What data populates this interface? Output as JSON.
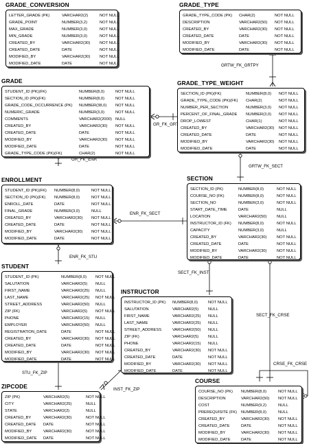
{
  "entities": {
    "grade_conversion": {
      "title": "GRADE_CONVERSION",
      "rows": [
        [
          "LETTER_GRADE (PK)",
          "VARCHAR2(2)",
          "NOT NULL"
        ],
        [
          "GRADE_POINT",
          "NUMBER(3,2)",
          "NOT NULL"
        ],
        [
          "MAX_GRADE",
          "NUMBER(3,0)",
          "NOT NULL"
        ],
        [
          "MIN_GRADE",
          "NUMBER(3,0)",
          "NOT NULL"
        ],
        [
          "CREATED_BY",
          "VARCHAR2(30)",
          "NOT NULL"
        ],
        [
          "CREATED_DATE",
          "DATE",
          "NOT NULL"
        ],
        [
          "MODIFIED_BY",
          "VARCHAR2(30)",
          "NOT NULL"
        ],
        [
          "MODIFIED_DATE",
          "DATE",
          "NOT NULL"
        ]
      ]
    },
    "grade_type": {
      "title": "GRADE_TYPE",
      "rows": [
        [
          "GRADE_TYPE_CODE (PK)",
          "CHAR(2)",
          "NOT NULL"
        ],
        [
          "DESCRIPTION",
          "VARCHAR2(50)",
          "NOT NULL"
        ],
        [
          "CREATED_BY",
          "VARCHAR2(30)",
          "NOT NULL"
        ],
        [
          "CREATED_DATE",
          "DATE",
          "NOT NULL"
        ],
        [
          "MODIFIED_BY",
          "VARCHAR2(30)",
          "NOT NULL"
        ],
        [
          "MODIFIED_DATE",
          "DATE",
          "NOT NULL"
        ]
      ]
    },
    "grade": {
      "title": "GRADE",
      "rows": [
        [
          "STUDENT_ID (PK)(FK)",
          "NUMBER(8,0)",
          "NOT NULL"
        ],
        [
          "SECTION_ID (PK)(FK)",
          "NUMBER(8,0)",
          "NOT NULL"
        ],
        [
          "GRADE_CODE_OCCURRENCE (PK)",
          "NUMBER(38,0)",
          "NOT NULL"
        ],
        [
          "NUMERIC_GRADE",
          "NUMBER(3,0)",
          "NOT NULL"
        ],
        [
          "COMMENTS",
          "VARCHAR2(2000)",
          "NULL"
        ],
        [
          "CREATED_BY",
          "VARCHAR2(30)",
          "NOT NULL"
        ],
        [
          "CREATED_DATE",
          "DATE",
          "NOT NULL"
        ],
        [
          "MODIFIED_BY",
          "VARCHAR2(30)",
          "NOT NULL"
        ],
        [
          "MODIFIED_DATE",
          "DATE",
          "NOT NULL"
        ],
        [
          "GRADE_TYPE_CODE (PK)(FK)",
          "CHAR(2)",
          "NOT NULL"
        ]
      ]
    },
    "grade_type_weight": {
      "title": "GRADE_TYPE_WEIGHT",
      "rows": [
        [
          "SECTION_ID (PK)(FK)",
          "NUMBER(8,0)",
          "NOT NULL"
        ],
        [
          "GRADE_TYPE_CODE (PK)(FK)",
          "CHAR(2)",
          "NOT NULL"
        ],
        [
          "NUMBER_PER_SECTION",
          "NUMBER(3,0)",
          "NOT NULL"
        ],
        [
          "PERCENT_OF_FINAL_GRADE",
          "NUMBER(3,0)",
          "NOT NULL"
        ],
        [
          "DROP_LOWEST",
          "CHAR(1)",
          "NOT NULL"
        ],
        [
          "CREATED_BY",
          "VARCHAR2(30)",
          "NOT NULL"
        ],
        [
          "CREATED_DATE",
          "DATE",
          "NOT NULL"
        ],
        [
          "MODIFIED_BY",
          "VARCHAR2(30)",
          "NOT NULL"
        ],
        [
          "MODIFIED_DATE",
          "DATE",
          "NOT NULL"
        ]
      ]
    },
    "enrollment": {
      "title": "ENROLLMENT",
      "rows": [
        [
          "STUDENT_ID (PK)(FK)",
          "NUMBER(8,0)",
          "NOT NULL"
        ],
        [
          "SECTION_ID (PK)(FK)",
          "NUMBER(8,0)",
          "NOT NULL"
        ],
        [
          "ENROLL_DATE",
          "DATE",
          "NOT NULL"
        ],
        [
          "FINAL_GRADE",
          "NUMBER(3,0)",
          "NULL"
        ],
        [
          "CREATED_BY",
          "VARCHAR2(30)",
          "NOT NULL"
        ],
        [
          "CREATED_DATE",
          "DATE",
          "NOT NULL"
        ],
        [
          "MODIFIED_BY",
          "VARCHAR2(30)",
          "NOT NULL"
        ],
        [
          "MODIFIED_DATE",
          "DATE",
          "NOT NULL"
        ]
      ]
    },
    "section": {
      "title": "SECTION",
      "rows": [
        [
          "SECTION_ID (PK)",
          "NUMBER(8,0)",
          "NOT NULL"
        ],
        [
          "COURSE_NO (FK)",
          "NUMBER(8,0)",
          "NOT NULL"
        ],
        [
          "SECTION_NO",
          "NUMBER(3,0)",
          "NOT NULL"
        ],
        [
          "START_DATE_TIME",
          "DATE",
          "NULL"
        ],
        [
          "LOCATION",
          "VARCHAR2(50)",
          "NULL"
        ],
        [
          "INSTRUCTOR_ID (FK)",
          "NUMBER(8,0)",
          "NOT NULL"
        ],
        [
          "CAPACITY",
          "NUMBER(3,0)",
          "NULL"
        ],
        [
          "CREATED_BY",
          "VARCHAR2(30)",
          "NOT NULL"
        ],
        [
          "CREATED_DATE",
          "DATE",
          "NOT NULL"
        ],
        [
          "MODIFIED_BY",
          "VARCHAR2(30)",
          "NOT NULL"
        ],
        [
          "MODIFIED_DATE",
          "DATE",
          "NOT NULL"
        ]
      ]
    },
    "student": {
      "title": "STUDENT",
      "rows": [
        [
          "STUDENT_ID (PK)",
          "NUMBER(8,0)",
          "NOT NULL"
        ],
        [
          "SALUTATION",
          "VARCHAR2(5)",
          "NULL"
        ],
        [
          "FIRST_NAME",
          "VARCHAR2(25)",
          "NULL"
        ],
        [
          "LAST_NAME",
          "VARCHAR2(25)",
          "NOT NULL"
        ],
        [
          "STREET_ADDRESS",
          "VARCHAR2(50)",
          "NULL"
        ],
        [
          "ZIP (FK)",
          "VARCHAR2(5)",
          "NOT NULL"
        ],
        [
          "PHONE",
          "VARCHAR2(15)",
          "NULL"
        ],
        [
          "EMPLOYER",
          "VARCHAR2(50)",
          "NULL"
        ],
        [
          "REGISTRATION_DATE",
          "DATE",
          "NOT NULL"
        ],
        [
          "CREATED_BY",
          "VARCHAR2(30)",
          "NOT NULL"
        ],
        [
          "CREATED_DATE",
          "DATE",
          "NOT NULL"
        ],
        [
          "MODIFIED_BY",
          "VARCHAR2(30)",
          "NOT NULL"
        ],
        [
          "MODIFIED_DATE",
          "DATE",
          "NOT NULL"
        ]
      ]
    },
    "instructor": {
      "title": "INSTRUCTOR",
      "rows": [
        [
          "INSTRUCTOR_ID (PK)",
          "NUMBER(8,0)",
          "NOT NULL"
        ],
        [
          "SALUTATION",
          "VARCHAR2(5)",
          "NULL"
        ],
        [
          "FIRST_NAME",
          "VARCHAR2(25)",
          "NULL"
        ],
        [
          "LAST_NAME",
          "VARCHAR2(25)",
          "NULL"
        ],
        [
          "STREET_ADDRESS",
          "VARCHAR2(50)",
          "NULL"
        ],
        [
          "ZIP (FK)",
          "VARCHAR2(5)",
          "NULL"
        ],
        [
          "PHONE",
          "VARCHAR2(15)",
          "NULL"
        ],
        [
          "CREATED_BY",
          "VARCHAR2(30)",
          "NOT NULL"
        ],
        [
          "CREATED_DATE",
          "DATE",
          "NOT NULL"
        ],
        [
          "MODIFIED_BY",
          "VARCHAR2(30)",
          "NOT NULL"
        ],
        [
          "MODIFIED_DATE",
          "DATE",
          "NOT NULL"
        ]
      ]
    },
    "zipcode": {
      "title": "ZIPCODE",
      "rows": [
        [
          "ZIP (PK)",
          "VARCHAR2(5)",
          "NOT NULL"
        ],
        [
          "CITY",
          "VARCHAR2(25)",
          "NULL"
        ],
        [
          "STATE",
          "VARCHAR2(2)",
          "NULL"
        ],
        [
          "CREATED_BY",
          "VARCHAR2(30)",
          "NOT NULL"
        ],
        [
          "CREATED_DATE",
          "DATE",
          "NOT NULL"
        ],
        [
          "MODIFIED_BY",
          "VARCHAR2(30)",
          "NOT NULL"
        ],
        [
          "MODIFIED_DATE",
          "DATE",
          "NOT NULL"
        ]
      ]
    },
    "course": {
      "title": "COURSE",
      "rows": [
        [
          "COURSE_NO (PK)",
          "NUMBER(8,0)",
          "NOT NULL"
        ],
        [
          "DESCRIPTION",
          "VARCHAR2(50)",
          "NOT NULL"
        ],
        [
          "COST",
          "NUMBER(9,2)",
          "NULL"
        ],
        [
          "PREREQUISITE (FK)",
          "NUMBER(8,0)",
          "NULL"
        ],
        [
          "CREATED_BY",
          "VARCHAR2(30)",
          "NOT NULL"
        ],
        [
          "CREATED_DATE",
          "DATE",
          "NOT NULL"
        ],
        [
          "MODIFIED_BY",
          "VARCHAR2(30)",
          "NOT NULL"
        ],
        [
          "MODIFIED_DATE",
          "DATE",
          "NOT NULL"
        ]
      ]
    }
  },
  "relationships": {
    "grtw_fk_grtpy": "GRTW_FK_GRTPY",
    "gr_fk_grtw": "GR_FK_GRTW",
    "gr_fk_enr": "GR_FK_ENR",
    "grtw_fk_sect": "GRTW_FK_SECT",
    "enr_fk_sect": "ENR_FK_SECT",
    "enr_fk_stu": "ENR_FK_STU",
    "sect_fk_inst": "SECT_FK_INST",
    "sect_fk_crse": "SECT_FK_CRSE",
    "stu_fk_zip": "STU_FK_ZIP",
    "inst_fk_zip": "INST_FK_ZIP",
    "crse_fk_crse": "CRSE_FK_CRSE"
  }
}
